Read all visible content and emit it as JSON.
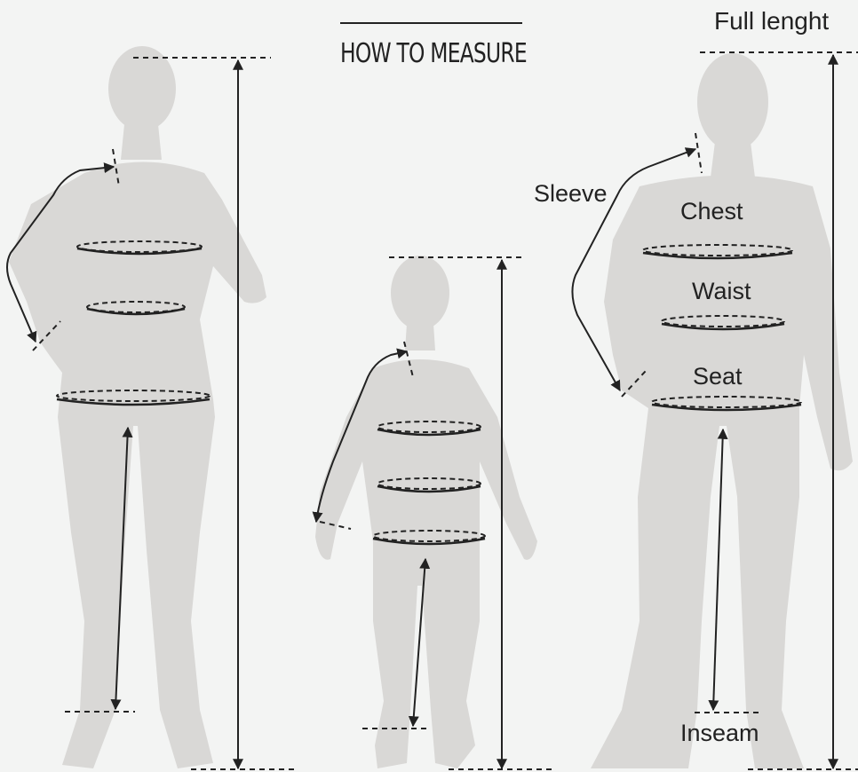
{
  "diagram": {
    "title": "HOW TO MEASURE",
    "labels": {
      "full_length": "Full lenght",
      "sleeve": "Sleeve",
      "chest": "Chest",
      "waist": "Waist",
      "seat": "Seat",
      "inseam": "Inseam"
    },
    "figures": [
      "woman-silhouette",
      "child-silhouette",
      "man-silhouette"
    ],
    "colors": {
      "background": "#f3f4f3",
      "silhouette": "#d9d8d6",
      "lines": "#222222"
    }
  }
}
